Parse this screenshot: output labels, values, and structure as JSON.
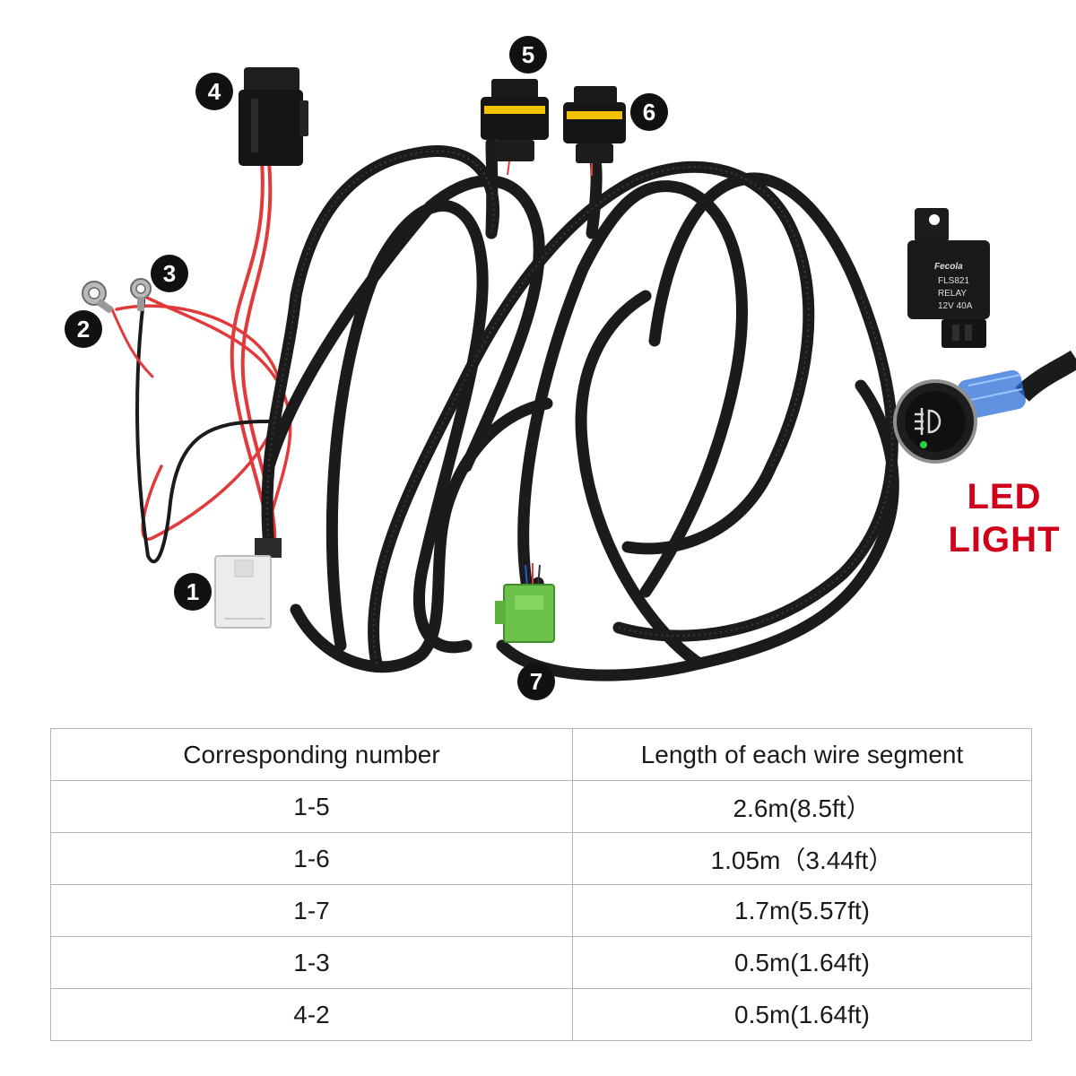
{
  "badges": [
    "1",
    "2",
    "3",
    "4",
    "5",
    "6",
    "7"
  ],
  "relay": {
    "brand": "Fecola",
    "model": "FLS821",
    "type": "RELAY",
    "rating": "12V 40A"
  },
  "led_label": {
    "line1": "LED",
    "line2": "LIGHT",
    "color": "#d0021b"
  },
  "table": {
    "headers": [
      "Corresponding number",
      "Length of each wire segment"
    ],
    "rows": [
      [
        "1-5",
        "2.6m(8.5ft）"
      ],
      [
        "1-6",
        "1.05m（3.44ft）"
      ],
      [
        "1-7",
        "1.7m(5.57ft)"
      ],
      [
        "1-3",
        "0.5m(1.64ft)"
      ],
      [
        "4-2",
        "0.5m(1.64ft)"
      ]
    ]
  },
  "colors": {
    "harness": "#1b1b1b",
    "red_wire": "#e23a3a",
    "connector_yellow": "#f2c200",
    "connector_green": "#6cc24a",
    "badge": "#111111"
  }
}
